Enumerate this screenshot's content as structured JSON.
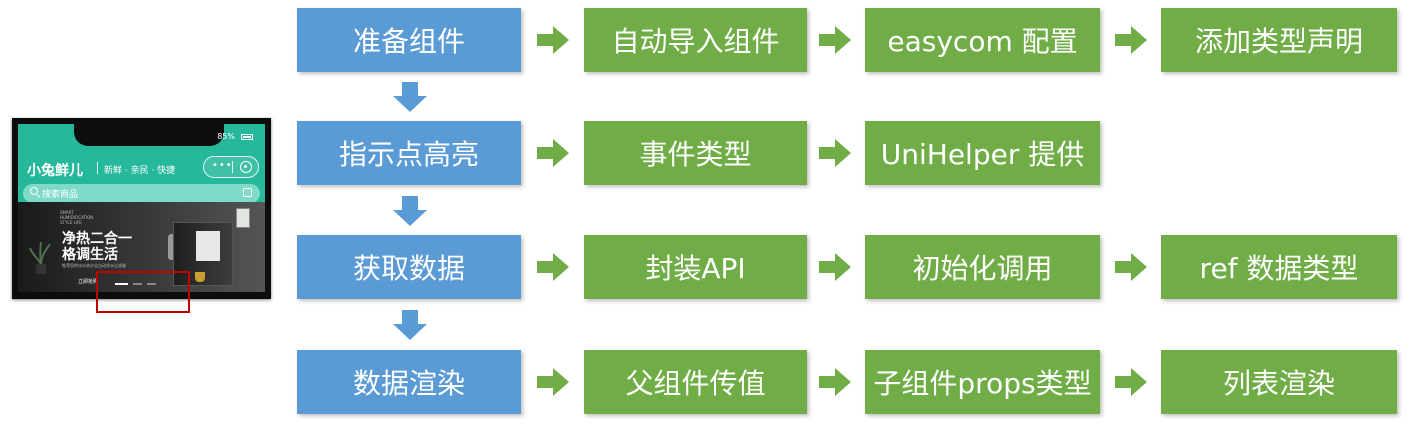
{
  "phone": {
    "battery": "85%",
    "app_name": "小兔鲜儿",
    "slogan": "新鲜 · 亲民 · 快捷",
    "capsule_dots": "•••",
    "search_placeholder": "搜索商品",
    "banner_small_text": "SMART HUMIDIFICATION STYLE LIFE",
    "banner_title_line1": "净热二合一",
    "banner_title_line2": "格调生活",
    "banner_subtitle": "推荐您的冰水热水全自动净水过滤器",
    "banner_button": "立即抢购"
  },
  "flow": {
    "rows": [
      {
        "head": "准备组件",
        "steps": [
          "自动导入组件",
          "easycom 配置",
          "添加类型声明"
        ]
      },
      {
        "head": "指示点高亮",
        "steps": [
          "事件类型",
          "UniHelper 提供"
        ]
      },
      {
        "head": "获取数据",
        "steps": [
          "封装API",
          "初始化调用",
          "ref 数据类型"
        ]
      },
      {
        "head": "数据渲染",
        "steps": [
          "父组件传值",
          "子组件props类型",
          "列表渲染"
        ]
      }
    ]
  },
  "colors": {
    "blue": "#5b9bd5",
    "green": "#70ad47",
    "highlight": "#c00000",
    "brand": "#26b89b"
  }
}
